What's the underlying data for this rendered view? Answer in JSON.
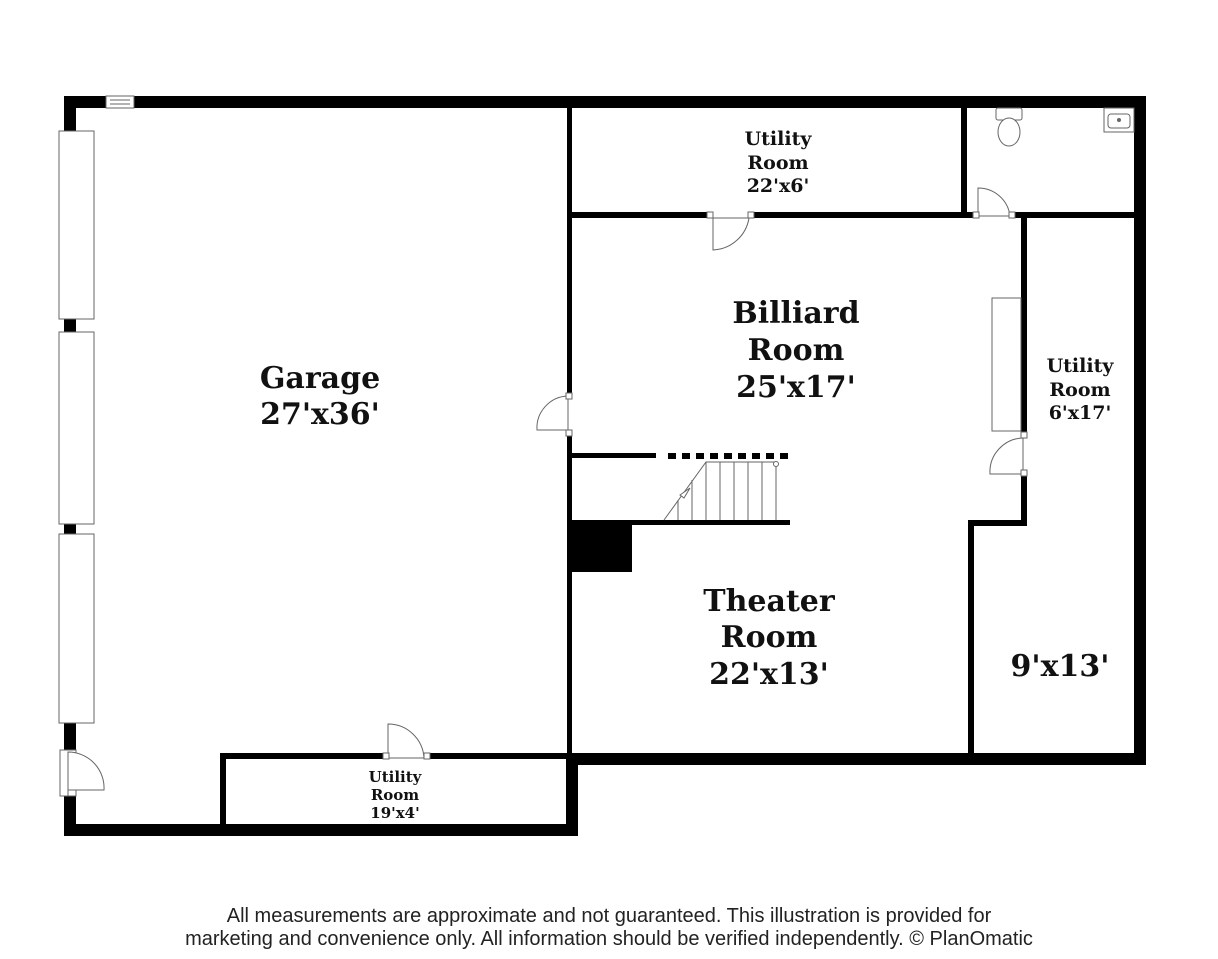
{
  "colors": {
    "wall": "#000000",
    "background": "#ffffff",
    "fixture": "#666666",
    "text": "#111111"
  },
  "rooms": {
    "garage": {
      "name": "Garage",
      "dims": "27'x36'"
    },
    "utility_top": {
      "name_line1": "Utility",
      "name_line2": "Room",
      "dims": "22'x6'"
    },
    "billiard": {
      "name_line1": "Billiard",
      "name_line2": "Room",
      "dims": "25'x17'"
    },
    "utility_right": {
      "name_line1": "Utility",
      "name_line2": "Room",
      "dims": "6'x17'"
    },
    "theater": {
      "name_line1": "Theater",
      "name_line2": "Room",
      "dims": "22'x13'"
    },
    "unnamed_room": {
      "dims": "9'x13'"
    },
    "utility_bottom": {
      "name_line1": "Utility",
      "name_line2": "Room",
      "dims": "19'x4'"
    }
  },
  "disclaimer": {
    "line1": "All measurements are approximate and not guaranteed. This illustration is provided for",
    "line2": "marketing and convenience only. All information should be verified independently. © PlanOmatic"
  }
}
